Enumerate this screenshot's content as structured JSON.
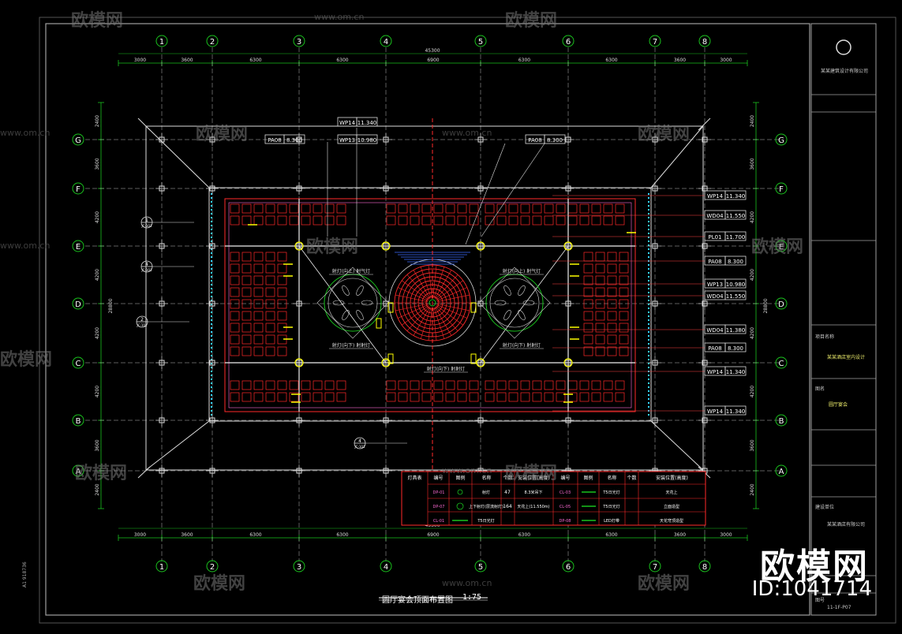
{
  "drawing": {
    "title": "圆厅宴会顶面布置图",
    "scale": "1:75",
    "sheet_no": "11-1F-P07",
    "side_note": "A1 918736"
  },
  "watermark": {
    "brand": "欧模网",
    "url": "www.om.cn",
    "id_label": "ID:1041714"
  },
  "grid": {
    "columns": [
      "1",
      "2",
      "3",
      "4",
      "5",
      "6",
      "7",
      "8"
    ],
    "rows": [
      "G",
      "F",
      "E",
      "D",
      "C",
      "B",
      "A"
    ],
    "top_total": "45300",
    "bottom_total": "45300",
    "col_spacings": [
      "3000",
      "3600",
      "6300",
      "6300",
      "6900",
      "6300",
      "6300",
      "3600",
      "3000"
    ],
    "row_spacings": [
      "2400",
      "3600",
      "4200",
      "4200",
      "4200",
      "4200",
      "3600",
      "2400"
    ],
    "row_total": "28800"
  },
  "tags_right": [
    {
      "code": "WP14",
      "value": "11.340"
    },
    {
      "code": "WD04",
      "value": "11.550"
    },
    {
      "code": "PL01",
      "value": "11.700"
    },
    {
      "code": "PA08",
      "value": "8.300"
    },
    {
      "code": "WP13",
      "value": "10.980"
    },
    {
      "code": "WD04",
      "value": "11.550"
    },
    {
      "code": "WD04",
      "value": "11.380"
    },
    {
      "code": "PA08",
      "value": "8.300"
    },
    {
      "code": "WP14",
      "value": "11.340"
    },
    {
      "code": "WP14",
      "value": "11.340"
    }
  ],
  "tags_top": [
    {
      "code": "WP14",
      "value": "11.340"
    },
    {
      "code": "PA08",
      "value": "8.300"
    },
    {
      "code": "WP13",
      "value": "10.980"
    },
    {
      "code": "PA08",
      "value": "8.300"
    }
  ],
  "inner_labels": [
    "射灯(向上) 射气灯",
    "射灯(向上) 射气灯",
    "射灯(向下) 射射灯",
    "射灯(向下) 射射灯",
    "射灯(向下) 射射灯"
  ],
  "detail_markers": [
    {
      "num": "1",
      "sheet": "JC-101"
    },
    {
      "num": "4",
      "sheet": "JC-101"
    },
    {
      "num": "2",
      "sheet": "JC-101"
    },
    {
      "num": "4",
      "sheet": "JC-101"
    }
  ],
  "legend": {
    "headers": [
      "灯具表",
      "编号",
      "图例",
      "名称",
      "个数",
      "安装位置(高度)",
      "编号",
      "图例",
      "名称",
      "个数",
      "安装位置(高度)"
    ],
    "rows": [
      [
        "DP-01",
        "射灯",
        "47",
        "8.3米吊下",
        "CL-03",
        "T5日光灯",
        "天花上"
      ],
      [
        "DP-07",
        "上下射灯(层流射灯)",
        "164",
        "天花上(11.550m)",
        "CL-05",
        "T5日光灯",
        "立面造型"
      ],
      [
        "CL-01",
        "T5日光灯",
        "",
        "",
        "DP-08",
        "LED灯带",
        "天花穹顶造型"
      ]
    ]
  },
  "title_block": {
    "company": "某某建筑设计有限公司",
    "project_label": "项目名称",
    "project": "某某酒店室内设计",
    "drawing_label": "图名",
    "drawing_name": "圆厅宴会",
    "client_label": "建设单位",
    "client": "某某酒店有限公司",
    "sheet_label": "图号",
    "sheet_no": "11-1F-P07"
  },
  "colors": {
    "grid_green": "#19c21d",
    "red": "#ff2a2a",
    "pink": "#ff6ad5",
    "cyan": "#35d7ff",
    "yellow": "#ffff00",
    "white": "#ffffff",
    "frame": "#a0a0a0"
  }
}
